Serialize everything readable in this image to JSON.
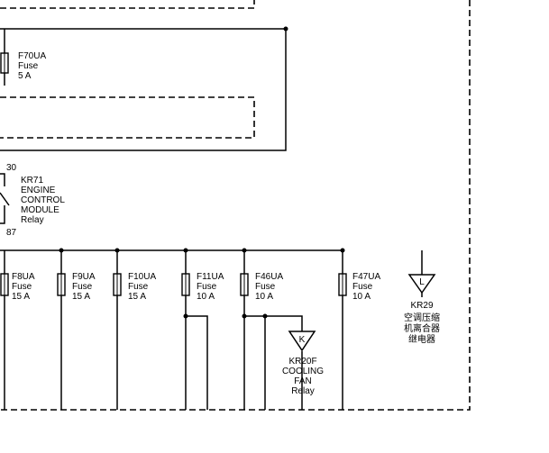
{
  "fuse_f70ua": {
    "name": "F70UA",
    "type": "Fuse",
    "rating": "5 A"
  },
  "relay_kr71": {
    "pin_in": "30",
    "pin_out": "87",
    "lines": [
      "KR71",
      "ENGINE",
      "CONTROL",
      "MODULE",
      "Relay"
    ]
  },
  "fuses_row": [
    {
      "name": "F8UA",
      "type": "Fuse",
      "rating": "15 A"
    },
    {
      "name": "F9UA",
      "type": "Fuse",
      "rating": "15 A"
    },
    {
      "name": "F10UA",
      "type": "Fuse",
      "rating": "15 A"
    },
    {
      "name": "F11UA",
      "type": "Fuse",
      "rating": "10 A"
    },
    {
      "name": "F46UA",
      "type": "Fuse",
      "rating": "10 A"
    },
    {
      "name": "F47UA",
      "type": "Fuse",
      "rating": "10 A"
    }
  ],
  "connector_l": {
    "letter": "L",
    "id": "KR29",
    "desc_lines": [
      "空调压缩",
      "机离合器",
      "继电器"
    ]
  },
  "connector_k": {
    "letter": "K",
    "lines": [
      "KR20F",
      "COOLING",
      "FAN",
      "Relay"
    ]
  }
}
